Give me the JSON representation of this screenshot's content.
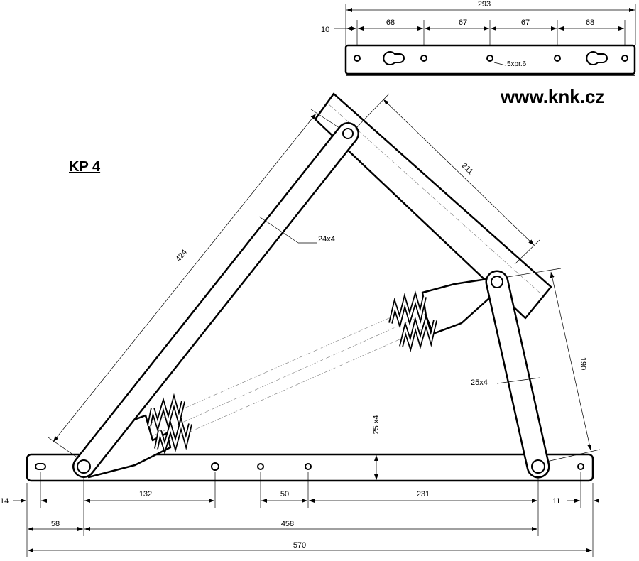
{
  "title": "KP 4",
  "website": "www.knk.cz",
  "top_plate": {
    "overall": "293",
    "edge_offset": "10",
    "spacings": [
      "68",
      "67",
      "67",
      "68"
    ],
    "hole_note": "5xpr.6"
  },
  "arms": {
    "long_arm_length": "424",
    "long_arm_section": "24x4",
    "lid_plate_length": "211",
    "short_arm_length": "190",
    "short_arm_section": "25x4",
    "base_section": "25 x4"
  },
  "base_dims": {
    "left_edge": "14",
    "pivot_to_hole": "132",
    "hole_spacing": "50",
    "hole_to_pivot": "231",
    "right_edge": "11",
    "left_to_pivot": "58",
    "pivot_to_pivot": "458",
    "overall": "570"
  }
}
